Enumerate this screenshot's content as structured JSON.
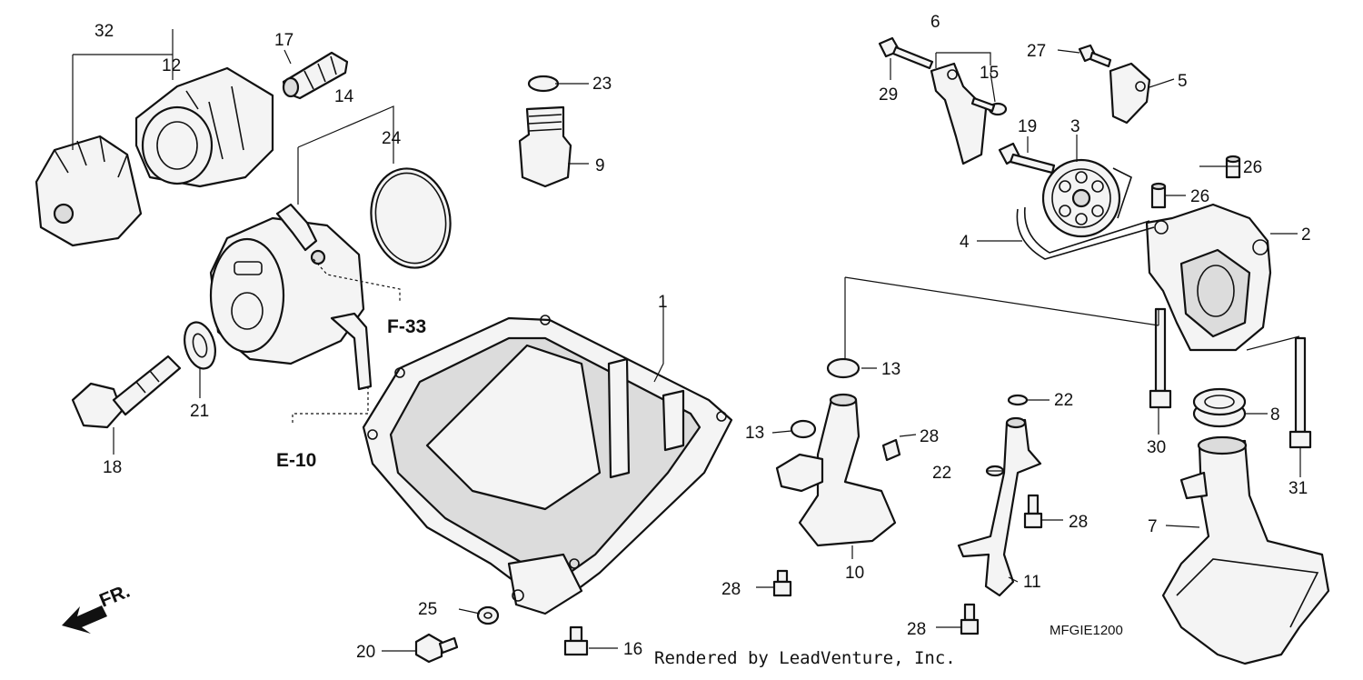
{
  "diagram": {
    "code": "MFGIE1200",
    "credit": "Rendered by LeadVenture, Inc.",
    "front_label": "FR.",
    "refs": {
      "e10": "E-10",
      "f33": "F-33"
    },
    "callouts": {
      "c1": "1",
      "c2": "2",
      "c3": "3",
      "c4": "4",
      "c5": "5",
      "c6": "6",
      "c7": "7",
      "c8": "8",
      "c9": "9",
      "c10": "10",
      "c11": "11",
      "c12": "12",
      "c13a": "13",
      "c13b": "13",
      "c14": "14",
      "c15": "15",
      "c16": "16",
      "c17": "17",
      "c18": "18",
      "c19": "19",
      "c20": "20",
      "c21": "21",
      "c22a": "22",
      "c22b": "22",
      "c23": "23",
      "c24": "24",
      "c25": "25",
      "c26a": "26",
      "c26b": "26",
      "c27": "27",
      "c28a": "28",
      "c28b": "28",
      "c28c": "28",
      "c28d": "28",
      "c29": "29",
      "c30": "30",
      "c31": "31",
      "c32": "32"
    }
  }
}
